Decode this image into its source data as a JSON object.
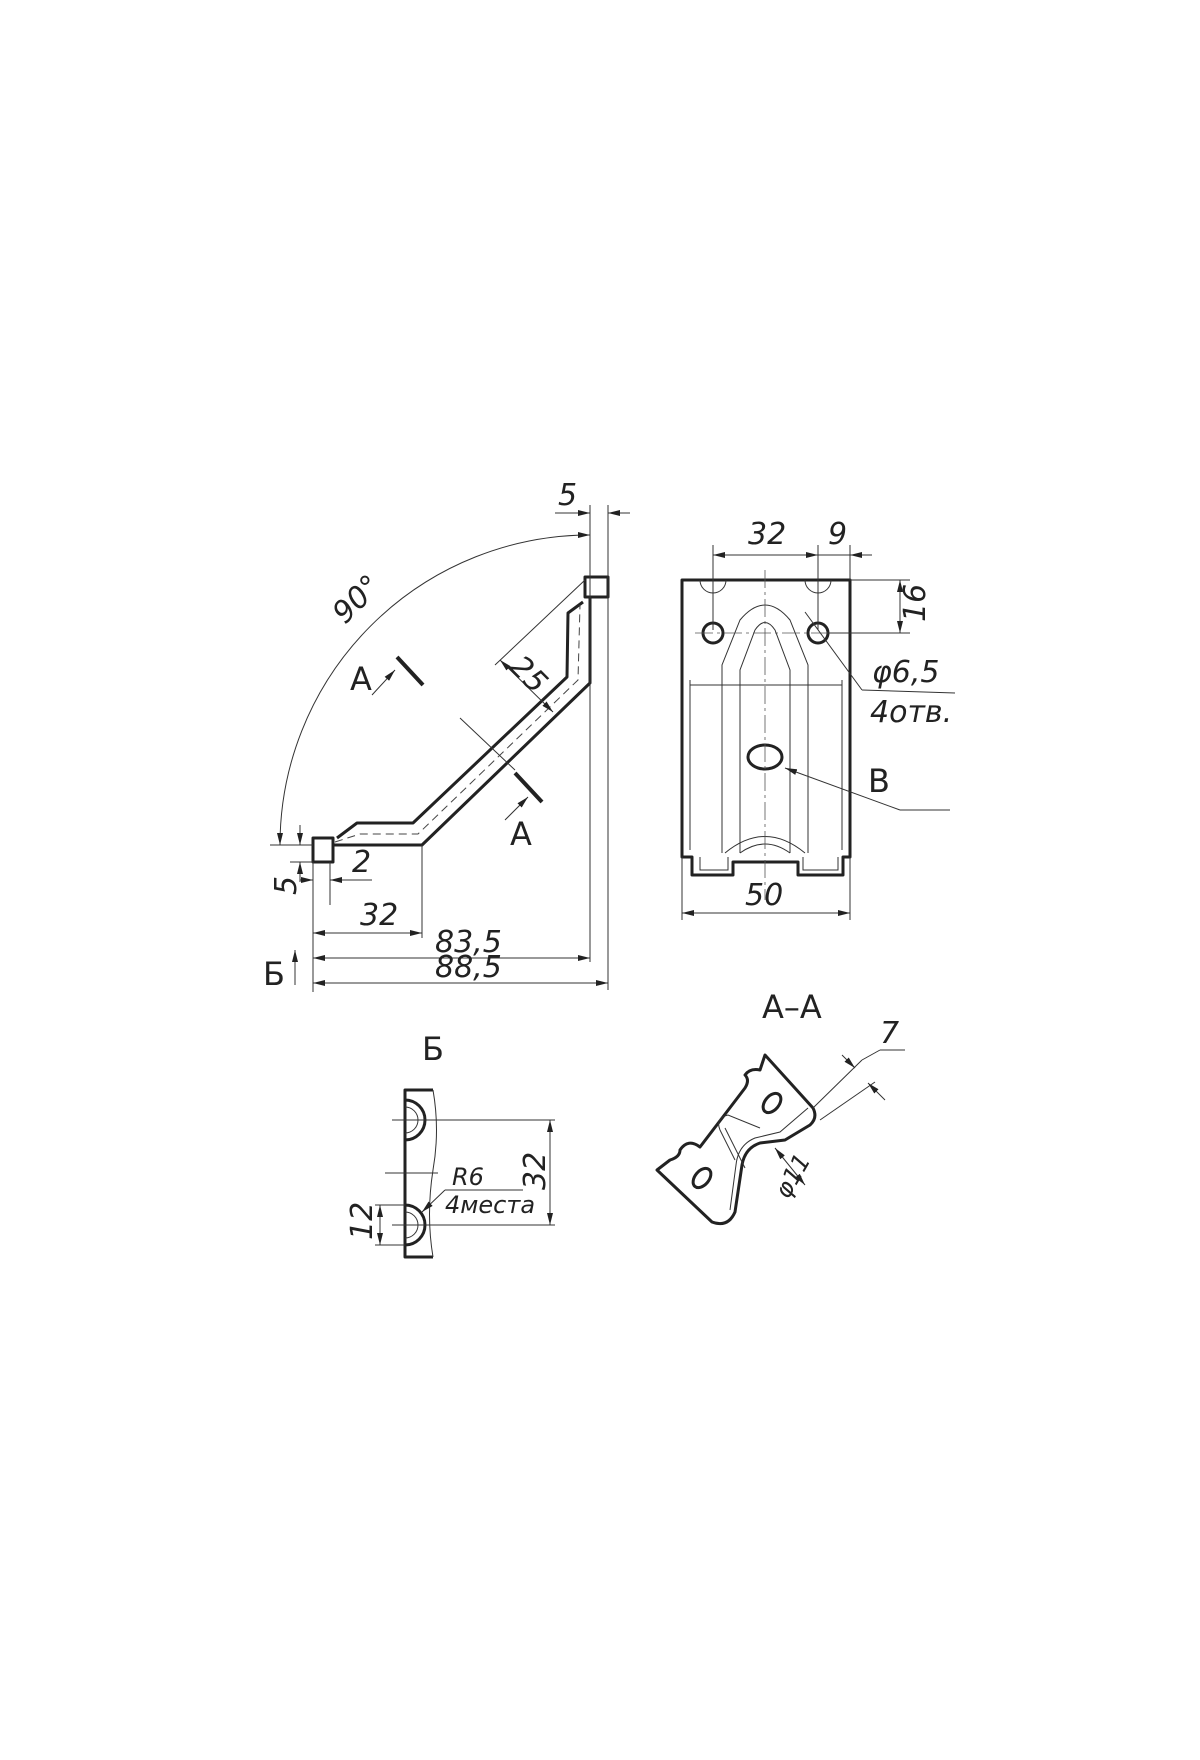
{
  "side_view": {
    "angle": "90°",
    "dim_top": "5",
    "dim_25": "25",
    "dim_left_5": "5",
    "dim_2": "2",
    "dim_32": "32",
    "dim_83_5": "83,5",
    "dim_88_5": "88,5",
    "section_label_top": "А",
    "section_label_bottom": "А",
    "view_arrow_label": "Б"
  },
  "front_view": {
    "dim_32": "32",
    "dim_9": "9",
    "dim_16": "16",
    "hole_diameter": "φ6,5",
    "hole_count": "4отв.",
    "detail_label": "В",
    "dim_50": "50"
  },
  "view_b": {
    "title": "Б",
    "radius": "R6",
    "places": "4места",
    "dim_32": "32",
    "dim_12": "12"
  },
  "section_aa": {
    "title": "А–А",
    "dim_7": "7",
    "dim_11": "φ11"
  }
}
